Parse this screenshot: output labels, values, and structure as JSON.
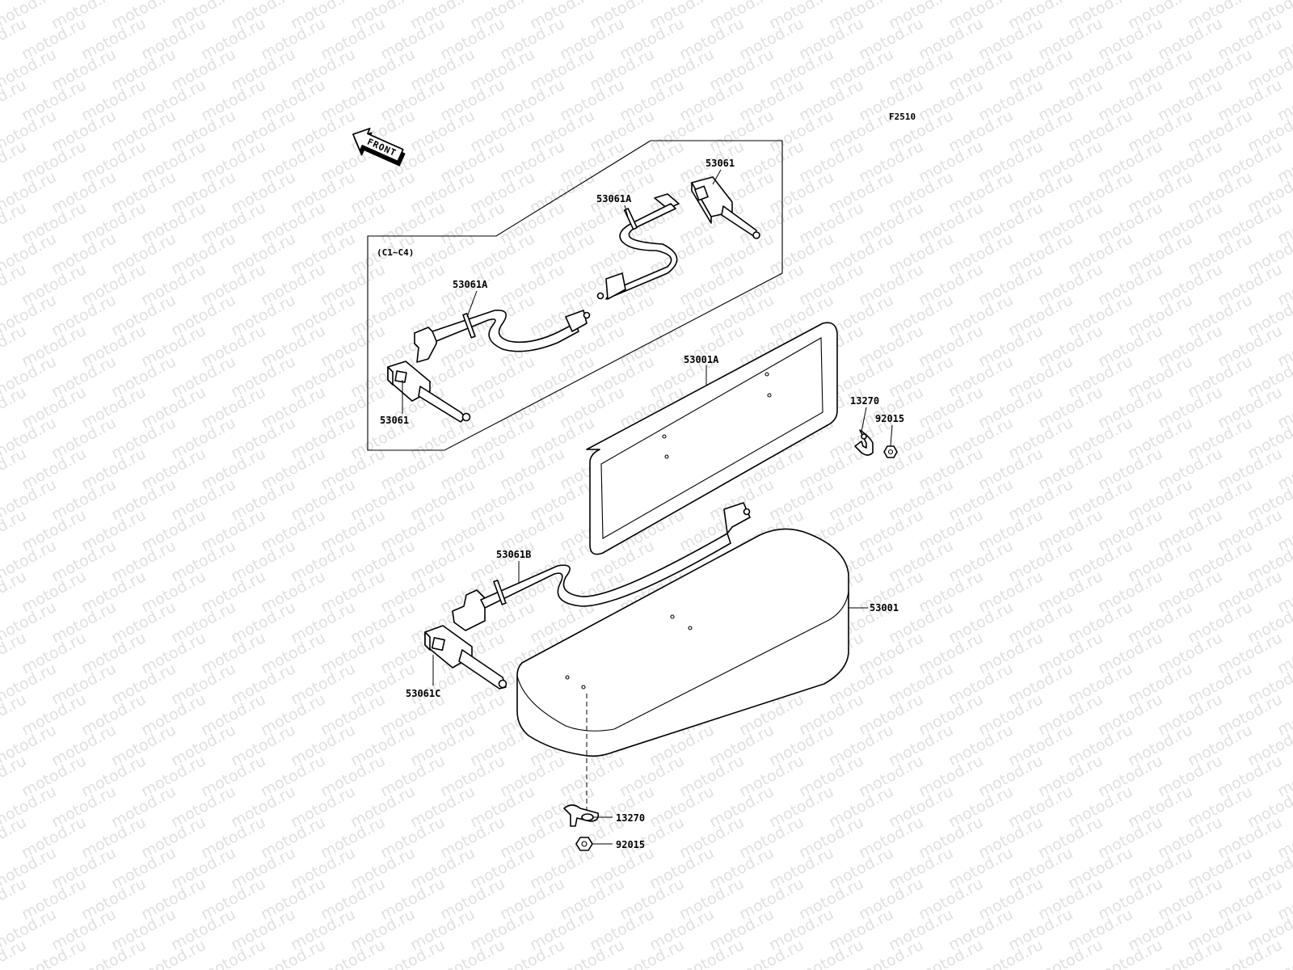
{
  "diagram": {
    "figure_code": "F2510",
    "direction_label": "FRONT",
    "variant_label": "(C1~C4)",
    "watermark_text": "motod.ru",
    "callouts": [
      {
        "id": "c-53061-top",
        "label": "53061"
      },
      {
        "id": "c-53061A-top",
        "label": "53061A"
      },
      {
        "id": "c-53061A-left",
        "label": "53061A"
      },
      {
        "id": "c-53061-left",
        "label": "53061"
      },
      {
        "id": "c-53001A",
        "label": "53001A"
      },
      {
        "id": "c-13270-top",
        "label": "13270"
      },
      {
        "id": "c-92015-top",
        "label": "92015"
      },
      {
        "id": "c-53061B",
        "label": "53061B"
      },
      {
        "id": "c-53001",
        "label": "53001"
      },
      {
        "id": "c-53061C",
        "label": "53061C"
      },
      {
        "id": "c-13270-bottom",
        "label": "13270"
      },
      {
        "id": "c-92015-bottom",
        "label": "92015"
      }
    ]
  }
}
